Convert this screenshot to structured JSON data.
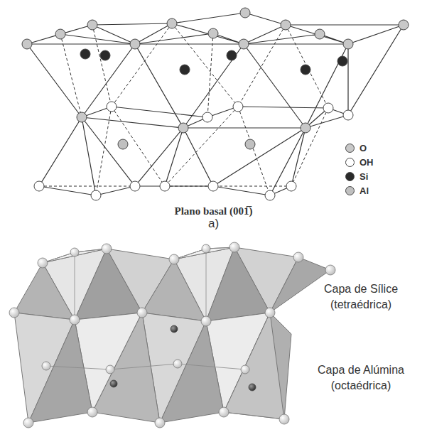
{
  "diagram": {
    "labels": [
      "Plano basal (001̅)",
      "a)",
      "Capa de Sílice (tetraédrica)",
      "Capa de Alúmina (octaédrica)"
    ],
    "legend": [
      {
        "text": "O",
        "color": "#c8c8c8"
      },
      {
        "text": "OH",
        "color": "#ffffff"
      },
      {
        "text": "Si",
        "color": "#2a2a2a"
      },
      {
        "text": "Al",
        "color": "#c0c0c0"
      }
    ]
  }
}
